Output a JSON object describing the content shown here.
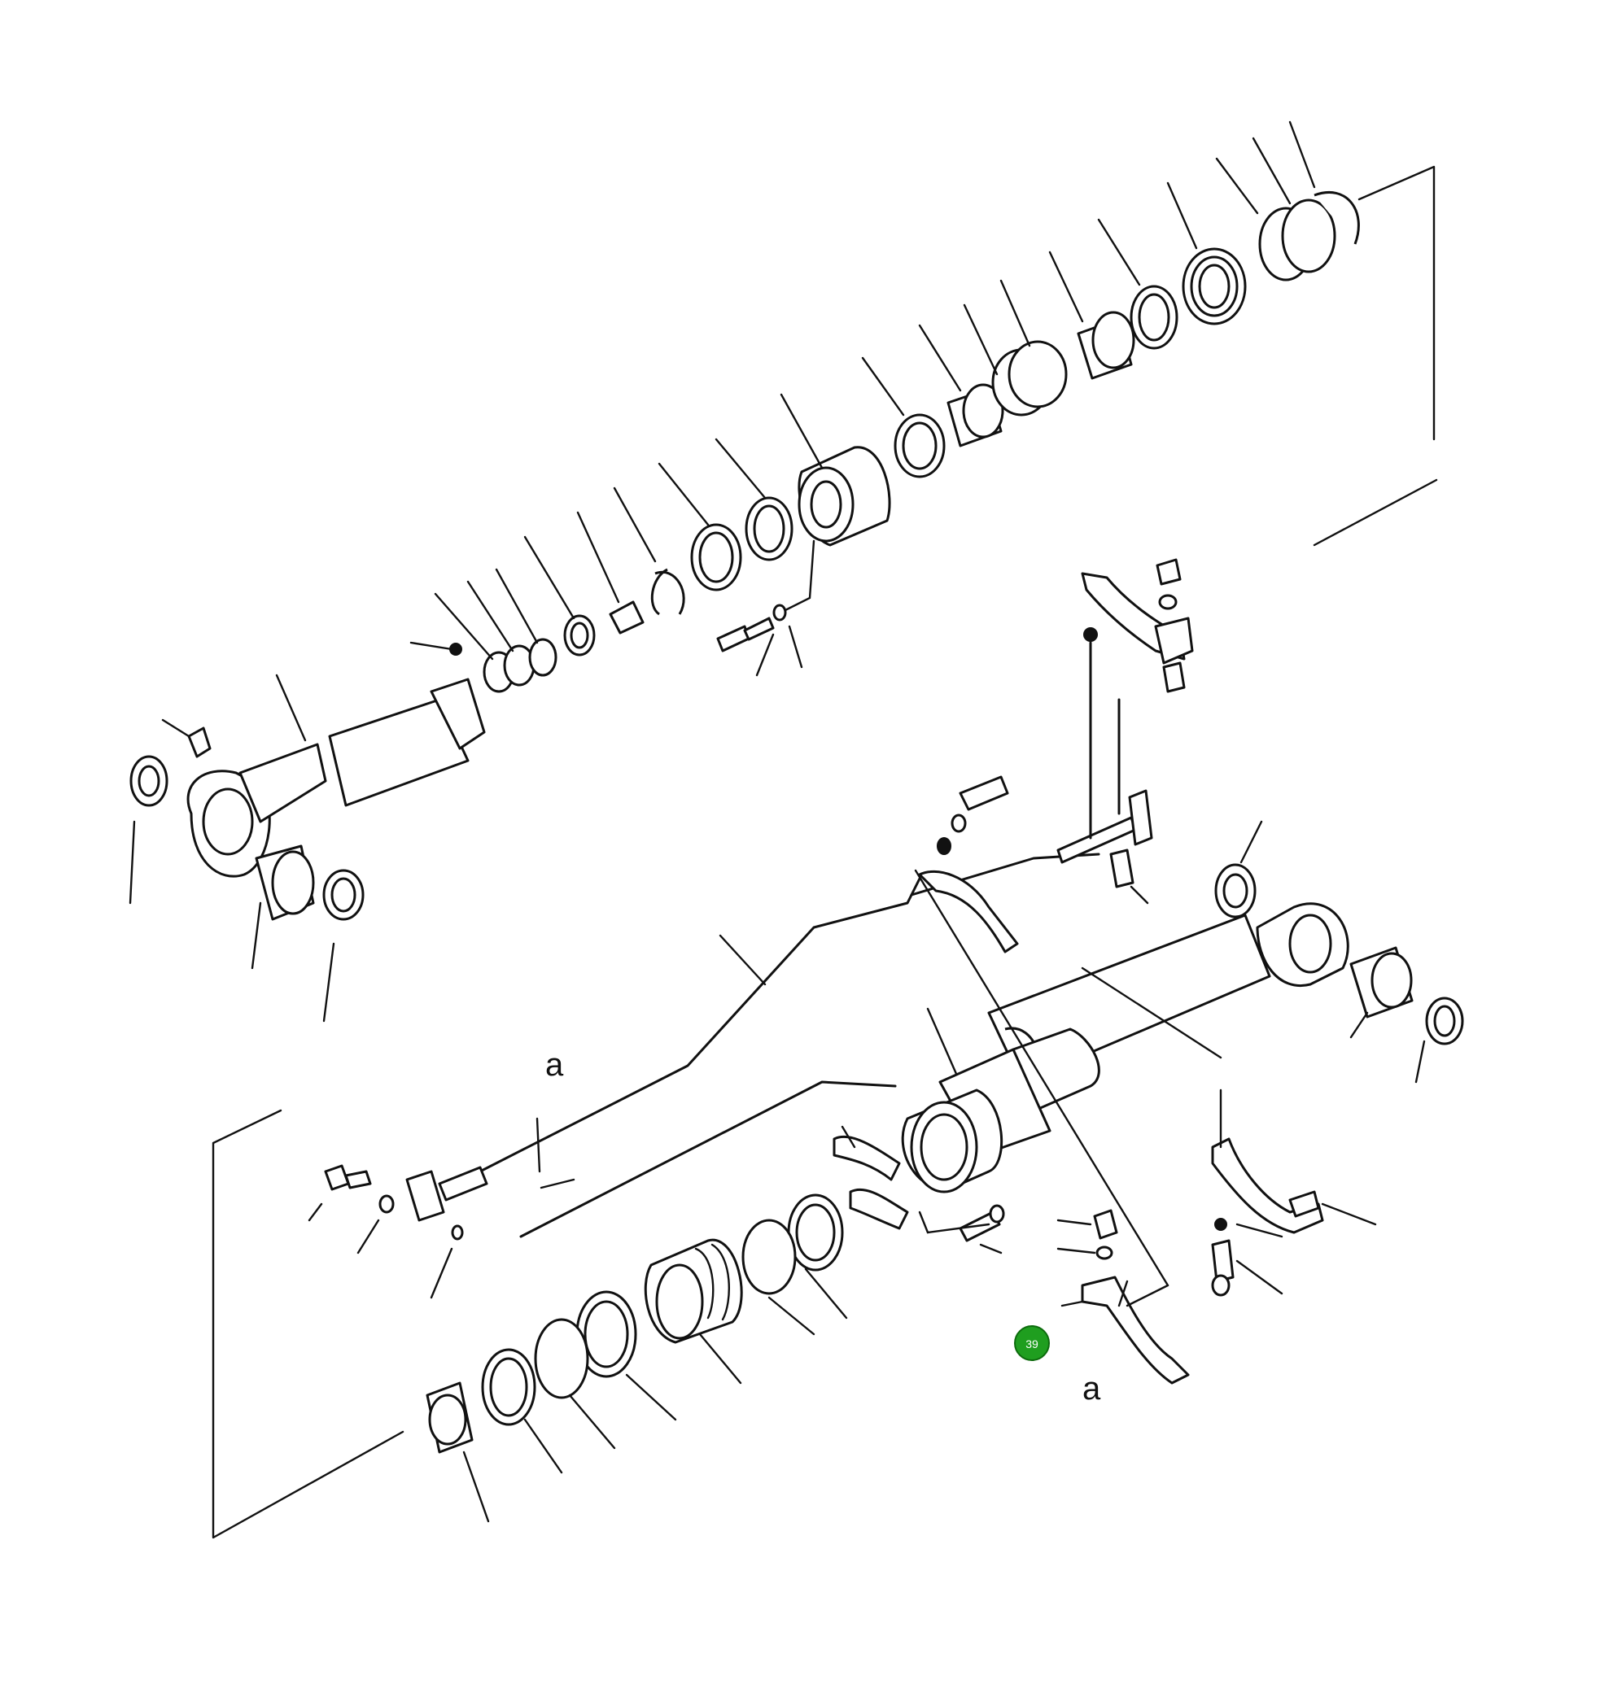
{
  "diagram": {
    "reference_labels": [
      "a",
      "a"
    ],
    "hotspot": {
      "number": "39",
      "color": "#1f9e1f",
      "text_color": "#ffffff"
    },
    "line_color": "#111111",
    "background": "#ffffff"
  }
}
